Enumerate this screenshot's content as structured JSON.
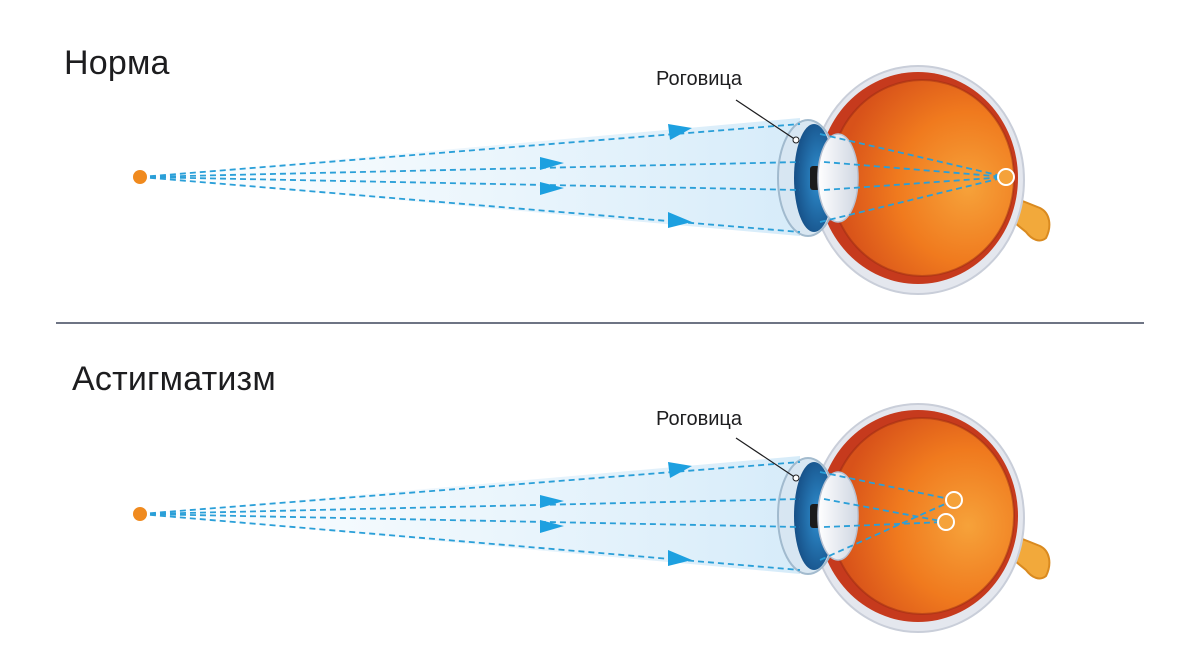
{
  "titles": {
    "normal": "Норма",
    "astigmatism": "Астигматизм"
  },
  "labels": {
    "cornea_top": "Роговица",
    "cornea_bottom": "Роговица"
  },
  "colors": {
    "ray": "#2a9fd8",
    "arrow": "#1da0e0",
    "point": "#f08a1e",
    "eye_outer": "#c93a1c",
    "eye_inner": "#f07d1e",
    "iris": "#1d6fb0",
    "sclera": "#e6e8ee",
    "optic_nerve": "#f2a93b",
    "divider": "#6e7484"
  }
}
